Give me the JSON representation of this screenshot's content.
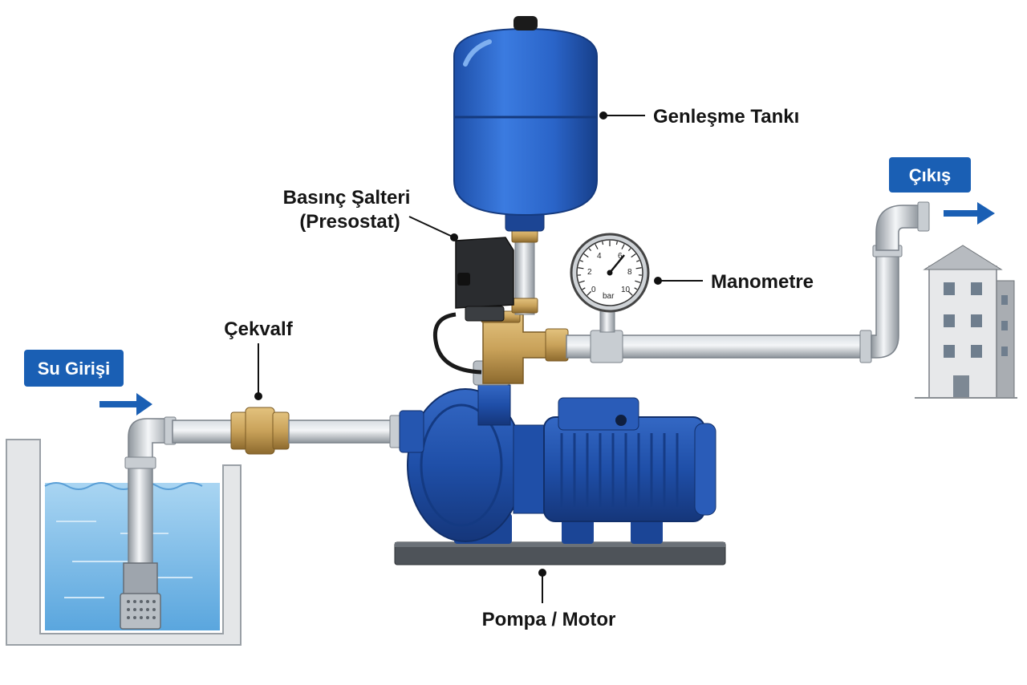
{
  "labels": {
    "expansion_tank": "Genleşme Tankı",
    "pressure_switch_line1": "Basınç Şalteri",
    "pressure_switch_line2": "(Presostat)",
    "check_valve": "Çekvalf",
    "manometer": "Manometre",
    "pump_motor": "Pompa / Motor",
    "water_inlet": "Su Girişi",
    "outlet": "Çıkış"
  },
  "gauge": {
    "unit": "bar",
    "ticks": [
      "0",
      "2",
      "4",
      "6",
      "8",
      "10"
    ]
  },
  "colors": {
    "tag_blue": "#1a5fb4",
    "tank_blue": "#2a64c8",
    "pump_blue": "#1f4fa8",
    "water": "#8fc6ec",
    "brass": "#c9a25a",
    "pipe_gray": "#a9b0b7"
  },
  "icons": [
    "arrow-right-icon",
    "building-icon"
  ]
}
